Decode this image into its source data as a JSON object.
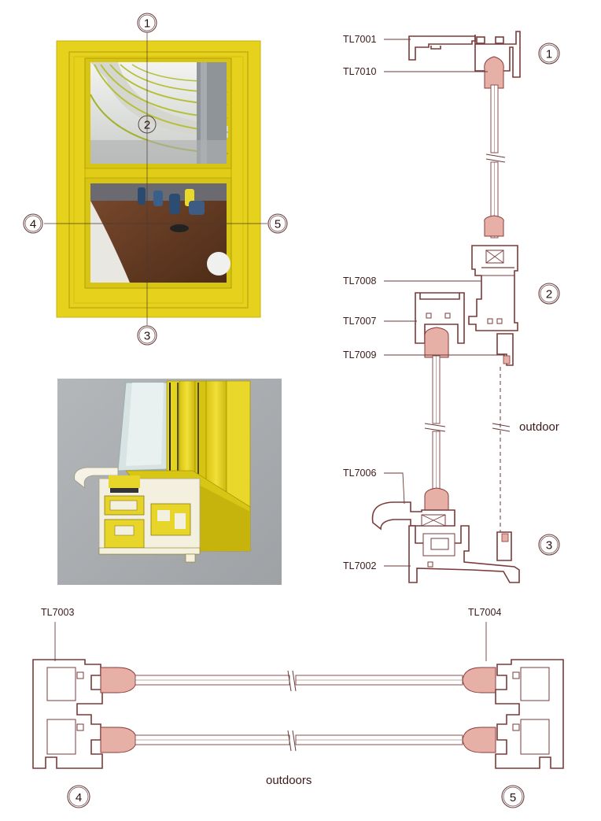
{
  "callouts": [
    "1",
    "2",
    "3",
    "4",
    "5"
  ],
  "labels": {
    "tl7001": "TL7001",
    "tl7010": "TL7010",
    "tl7008": "TL7008",
    "tl7007": "TL7007",
    "tl7009": "TL7009",
    "tl7006": "TL7006",
    "tl7002": "TL7002",
    "tl7003": "TL7003",
    "tl7004": "TL7004"
  },
  "texts": {
    "outdoor": "outdoor",
    "outdoors": "outdoors"
  },
  "colors": {
    "frame_yellow": "#e6d21c",
    "profile_stroke": "#7a3a3a",
    "seal_fill": "#e7b0a6",
    "background_grey": "#a9acaf"
  }
}
